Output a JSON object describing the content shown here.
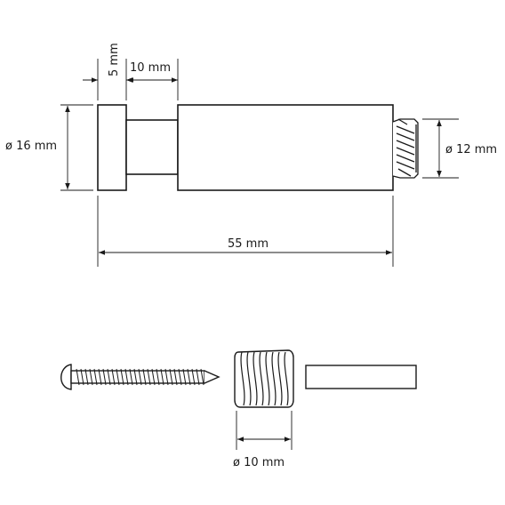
{
  "diagram": {
    "dimensions": {
      "cap_thickness": "5 mm",
      "neck_length": "10 mm",
      "cap_diameter": "ø 16 mm",
      "thread_diameter": "ø 12 mm",
      "total_length": "55 mm",
      "anchor_diameter": "ø 10 mm"
    },
    "stroke_color": "#1a1a1a"
  }
}
